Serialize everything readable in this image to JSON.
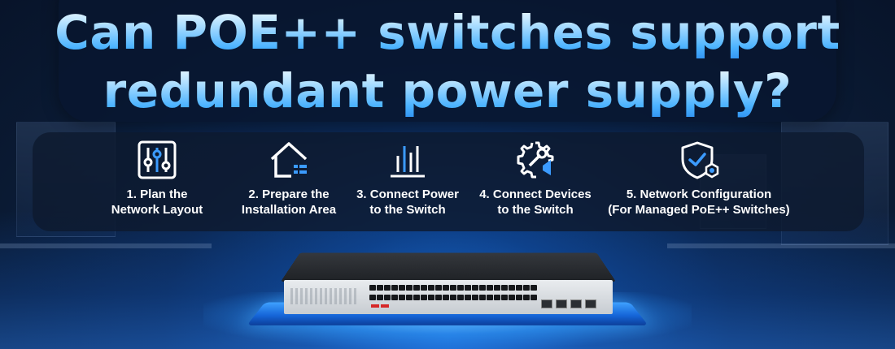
{
  "title": {
    "line1": "Can POE++ switches support",
    "line2": "redundant power supply?"
  },
  "steps": [
    {
      "icon": "sliders-icon",
      "line1": "1. Plan the",
      "line2": "Network Layout"
    },
    {
      "icon": "house-icon",
      "line1": "2. Prepare the",
      "line2": "Installation Area"
    },
    {
      "icon": "power-bars-icon",
      "line1": "3. Connect Power",
      "line2": "to the Switch"
    },
    {
      "icon": "gear-wrench-icon",
      "line1": "4. Connect Devices",
      "line2": "to the Switch"
    },
    {
      "icon": "shield-check-icon",
      "line1": "5. Network Configuration",
      "line2": "(For Managed PoE++ Switches)"
    }
  ],
  "colors": {
    "title_gradient_top": "#ffffff",
    "title_gradient_bottom": "#2c8ef0",
    "icon_accent": "#3b9bff",
    "panel": "#0e1a2e"
  }
}
